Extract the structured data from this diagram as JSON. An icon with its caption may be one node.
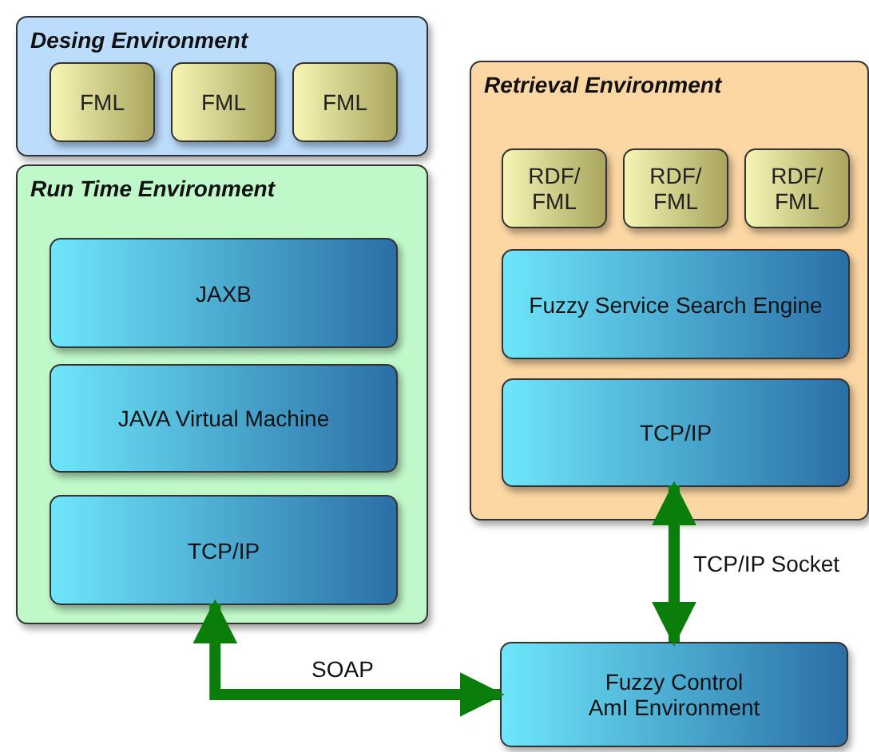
{
  "diagram": {
    "nodes": [
      {
        "text": [
          "Desing Environment"
        ]
      },
      {
        "text": [
          "FML"
        ],
        "in": 0
      },
      {
        "text": [
          "FML"
        ],
        "in": 0
      },
      {
        "text": [
          "FML"
        ],
        "in": 0
      },
      {
        "text": [
          "Run Time Environment"
        ]
      },
      {
        "text": [
          "JAXB"
        ],
        "in": 4
      },
      {
        "text": [
          "JAVA Virtual Machine"
        ],
        "in": 4
      },
      {
        "text": [
          "TCP/IP"
        ],
        "in": 4
      },
      {
        "text": [
          "Retrieval Environment"
        ]
      },
      {
        "text": [
          "RDF/ FML"
        ],
        "in": 8
      },
      {
        "text": [
          "RDF/ FML"
        ],
        "in": 8
      },
      {
        "text": [
          "RDF/ FML"
        ],
        "in": 8
      },
      {
        "text": [
          "Fuzzy Service Search Engine"
        ],
        "in": 8
      },
      {
        "text": [
          "TCP/IP"
        ],
        "in": 8
      },
      {
        "text": [
          "Fuzzy Control AmI Environment"
        ]
      }
    ],
    "edges": [
      {
        "from": 7,
        "to": 14,
        "arrow": "both",
        "label": "SOAP"
      },
      {
        "from": 13,
        "to": 14,
        "arrow": "both",
        "label": "TCP/IP Socket"
      }
    ]
  }
}
